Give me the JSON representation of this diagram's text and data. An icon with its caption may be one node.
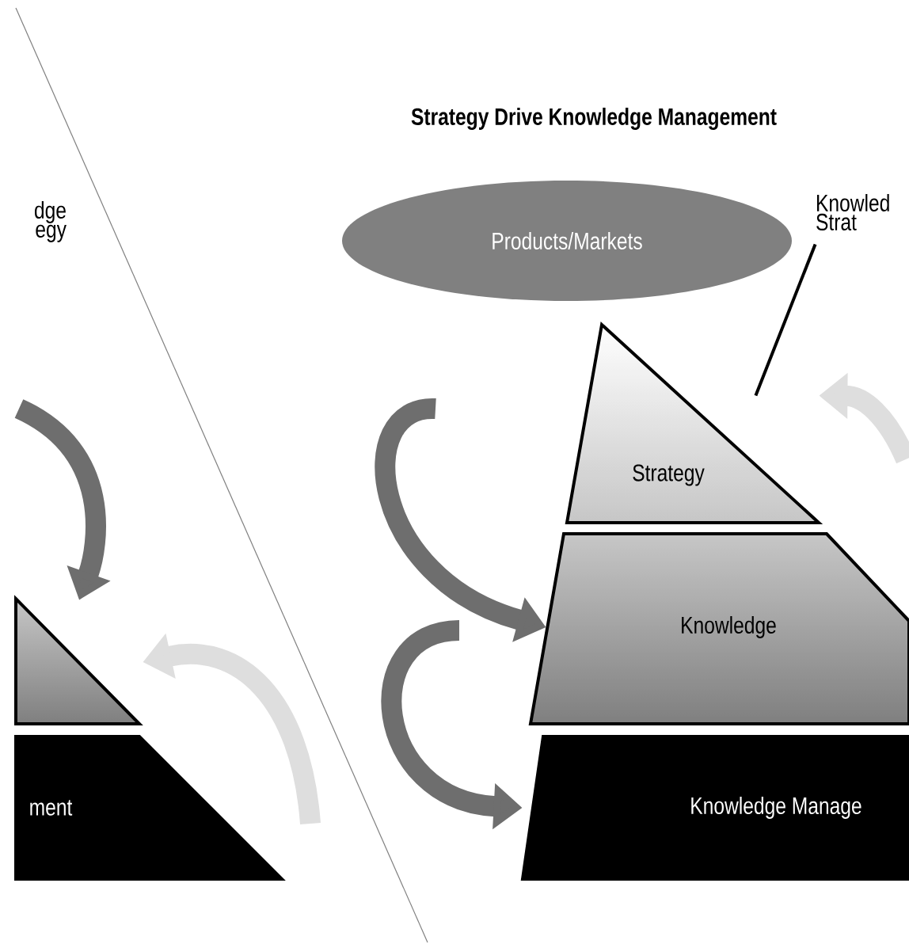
{
  "diagram": {
    "title": "Strategy Drive Knowledge Management",
    "nodes": [
      {
        "text": [
          "Products/Markets"
        ]
      },
      {
        "text": [
          "Knowled Strat"
        ]
      },
      {
        "text": [
          "Strategy"
        ]
      },
      {
        "text": [
          "Knowledge"
        ]
      },
      {
        "text": [
          "Knowledge Manage"
        ]
      },
      {
        "text": [
          "dge egy"
        ]
      },
      {
        "text": [],
        "shape": "triangle"
      },
      {
        "text": [
          "ment"
        ]
      }
    ],
    "edges": [
      {
        "from": 1,
        "to": 2,
        "arrow": "none",
        "color": "#000000"
      },
      {
        "from": null,
        "to": 3,
        "arrow": "to",
        "color": "#6e6e6e"
      },
      {
        "from": null,
        "to": 4,
        "arrow": "to",
        "color": "#6e6e6e"
      },
      {
        "from": null,
        "to": 2,
        "arrow": "to",
        "color": "#dedede"
      },
      {
        "from": null,
        "to": 6,
        "arrow": "to",
        "color": "#6e6e6e"
      },
      {
        "from": null,
        "to": 6,
        "arrow": "to",
        "color": "#dedede"
      }
    ]
  }
}
